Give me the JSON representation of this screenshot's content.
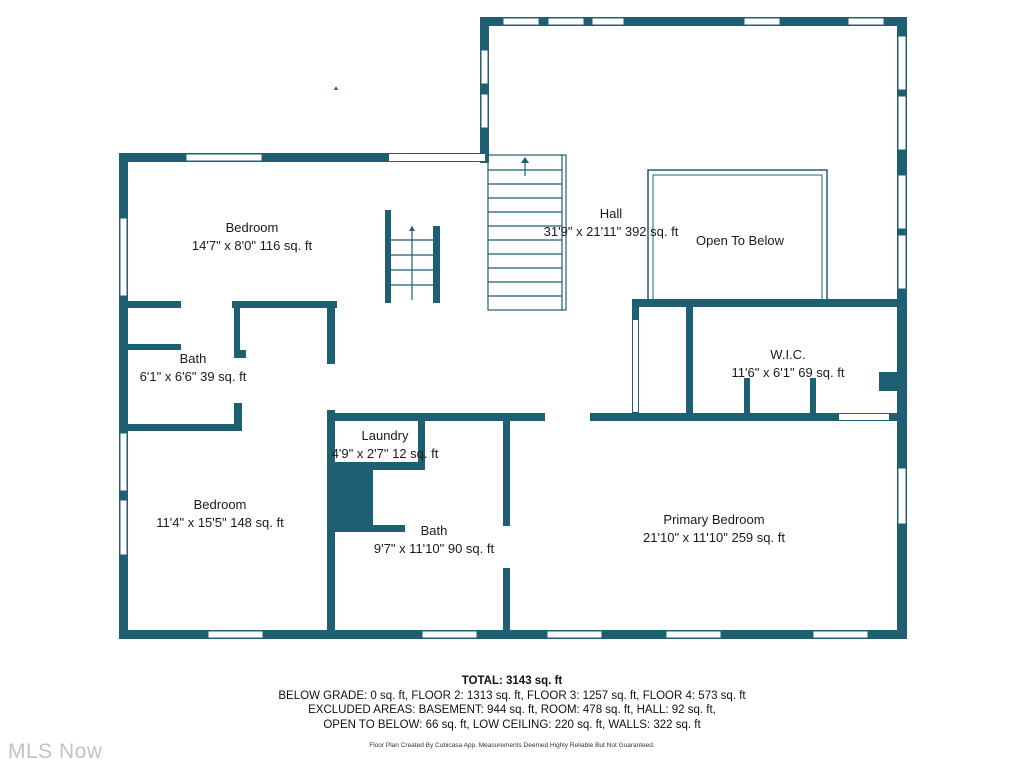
{
  "rooms": {
    "hall": {
      "name": "Hall",
      "size": "31'9\" x 21'11\" 392 sq. ft"
    },
    "open_to_below": {
      "name": "Open To Below"
    },
    "bedroom_top": {
      "name": "Bedroom",
      "size": "14'7\" x 8'0\" 116 sq. ft"
    },
    "bath_left": {
      "name": "Bath",
      "size": "6'1\" x 6'6\" 39 sq. ft"
    },
    "wic": {
      "name": "W.I.C.",
      "size": "11'6\" x 6'1\" 69 sq. ft"
    },
    "laundry": {
      "name": "Laundry",
      "size": "4'9\" x 2'7\" 12 sq. ft"
    },
    "bedroom_bottom": {
      "name": "Bedroom",
      "size": "11'4\" x 15'5\" 148 sq. ft"
    },
    "bath_center": {
      "name": "Bath",
      "size": "9'7\" x 11'10\" 90 sq. ft"
    },
    "primary_bedroom": {
      "name": "Primary Bedroom",
      "size": "21'10\" x 11'10\" 259 sq. ft"
    }
  },
  "summary": {
    "total": "TOTAL: 3143 sq. ft",
    "line1": "BELOW GRADE: 0 sq. ft, FLOOR 2: 1313 sq. ft, FLOOR 3: 1257 sq. ft, FLOOR 4: 573 sq. ft",
    "line2": "EXCLUDED AREAS: BASEMENT: 944 sq. ft, ROOM: 478 sq. ft, HALL: 92 sq. ft,",
    "line3": "OPEN TO BELOW: 66 sq. ft, LOW CEILING: 220 sq. ft, WALLS: 322 sq. ft"
  },
  "disclaimer": "Floor Plan Created By Cubicasa App. Measurements Deemed Highly Reliable But Not Guaranteed.",
  "watermark": "MLS Now",
  "colors": {
    "wall": "#1f5f73"
  }
}
